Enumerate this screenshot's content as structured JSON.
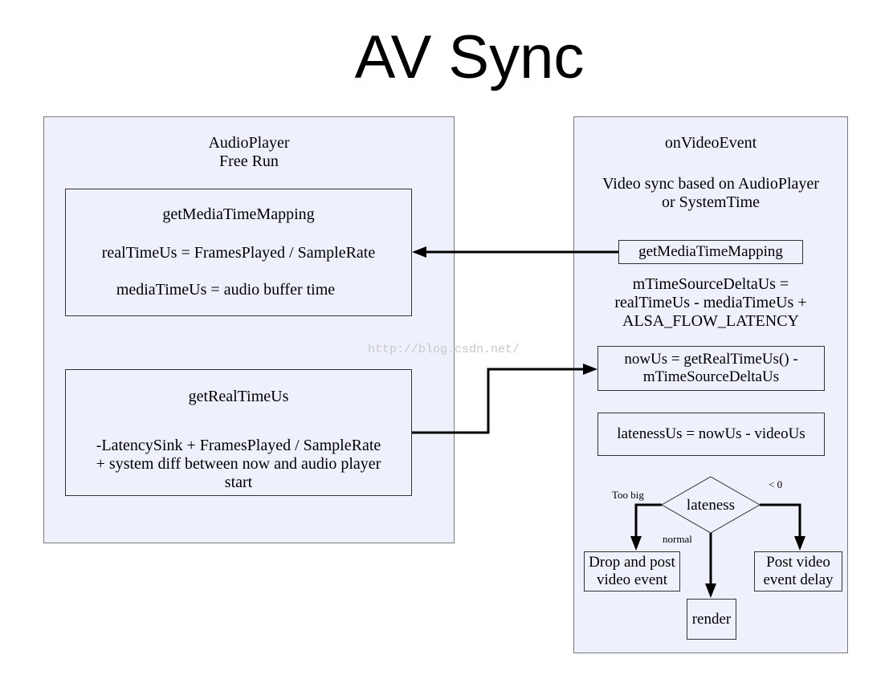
{
  "title": "AV Sync",
  "audio_player": {
    "header": [
      "AudioPlayer",
      "Free Run"
    ],
    "media_time_mapping": {
      "title": "getMediaTimeMapping",
      "line1": "realTimeUs = FramesPlayed  / SampleRate",
      "line2": "mediaTimeUs = audio buffer time"
    },
    "real_time_us": {
      "title": "getRealTimeUs",
      "line1": "-LatencySink + FramesPlayed  / SampleRate",
      "line2": "+ system diff between now and audio player",
      "line3": "start"
    }
  },
  "video_event": {
    "header": "onVideoEvent",
    "desc1": "Video sync based on AudioPlayer",
    "desc2": "or SystemTime",
    "mapping_box": "getMediaTimeMapping",
    "delta1": "mTimeSourceDeltaUs =",
    "delta2": "realTimeUs - mediaTimeUs +",
    "delta3": "ALSA_FLOW_LATENCY",
    "nowus1": "nowUs = getRealTimeUs() -",
    "nowus2": "mTimeSourceDeltaUs",
    "lateness_box": "latenessUs = nowUs - videoUs",
    "decision": "lateness",
    "label_too_big": "Too big",
    "label_lt0": "< 0",
    "label_normal": "normal",
    "drop1": "Drop and post",
    "drop2": "video event",
    "post1": "Post video",
    "post2": "event delay",
    "render": "render"
  },
  "watermark": "http://blog.csdn.net/"
}
